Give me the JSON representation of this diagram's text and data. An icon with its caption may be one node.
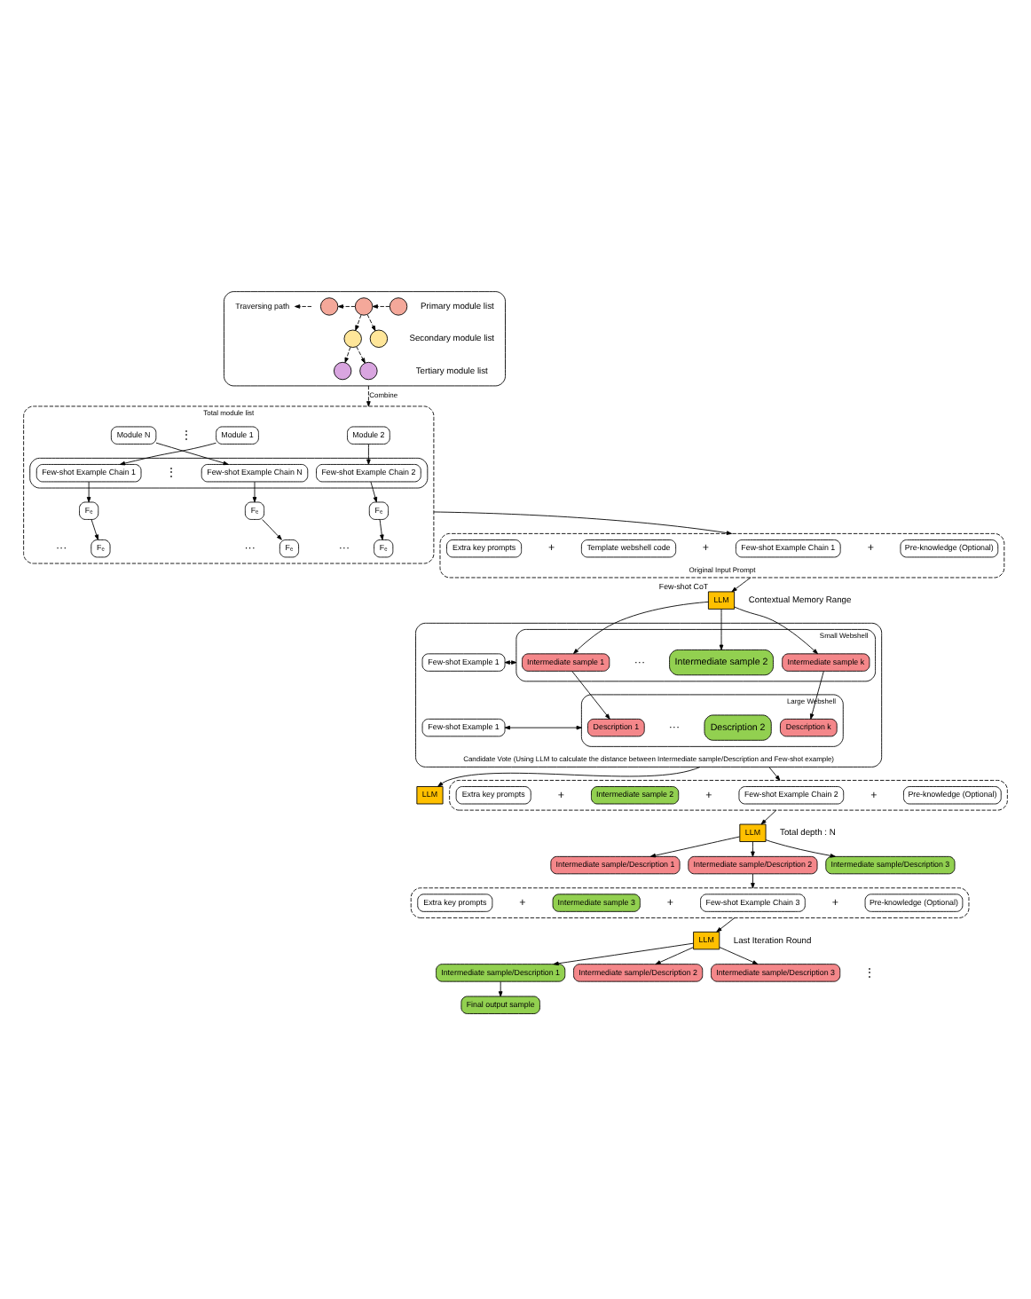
{
  "diagram": {
    "nodes": [
      {
        "text": [],
        "shape": "box"
      },
      {
        "text": [],
        "shape": "circle",
        "in": 0
      },
      {
        "text": [],
        "shape": "circle",
        "in": 0
      },
      {
        "text": [],
        "shape": "circle",
        "in": 0
      },
      {
        "text": [],
        "shape": "circle",
        "in": 0
      },
      {
        "text": [],
        "shape": "circle",
        "in": 0
      },
      {
        "text": [],
        "shape": "circle",
        "in": 0
      },
      {
        "text": [],
        "shape": "circle",
        "in": 0
      },
      {
        "text": [
          "Total module list"
        ]
      },
      {
        "text": [
          "Module 1"
        ],
        "in": 8
      },
      {
        "text": [
          "Module 2"
        ],
        "in": 8
      },
      {
        "text": [
          "Module N"
        ],
        "in": 8
      },
      {
        "text": [],
        "shape": "box",
        "in": 8
      },
      {
        "text": [
          "Few-shot Example Chain 1"
        ],
        "in": 12
      },
      {
        "text": [
          "Few-shot Example Chain 2"
        ],
        "in": 12
      },
      {
        "text": [
          "Few-shot Example Chain N"
        ],
        "in": 12
      },
      {
        "text": [
          "Fₑ"
        ],
        "in": 8
      },
      {
        "text": [
          "Fₑ"
        ],
        "in": 8
      },
      {
        "text": [
          "Fₑ"
        ],
        "in": 8
      },
      {
        "text": [
          "Fₑ"
        ],
        "in": 8
      },
      {
        "text": [
          "Fₑ"
        ],
        "in": 8
      },
      {
        "text": [
          "Fₑ"
        ],
        "in": 8
      },
      {
        "text": [],
        "shape": "box",
        "beside": [
          "Original Input Prompt"
        ]
      },
      {
        "text": [
          "Pre-knowledge (Optional)"
        ],
        "in": 22
      },
      {
        "text": [
          "Few-shot Example Chain 1"
        ],
        "in": 22
      },
      {
        "text": [
          "Template webshell code"
        ],
        "in": 22
      },
      {
        "text": [
          "Extra key prompts"
        ],
        "in": 22
      },
      {
        "text": [
          "LLM"
        ],
        "beside": [
          "Few-shot CoT"
        ]
      },
      {
        "text": [],
        "shape": "box",
        "beside": [
          "Candidate Vote (Using LLM to calculate the distance between Intermediate sample/Description and Few-shot example)"
        ]
      },
      {
        "text": [
          "Few-shot Example 1"
        ],
        "in": 28
      },
      {
        "text": [
          "Few-shot Example 1"
        ],
        "in": 28
      },
      {
        "text": [
          "Small Webshell"
        ],
        "in": 28
      },
      {
        "text": [
          "Intermediate sample 1"
        ],
        "in": 31
      },
      {
        "text": [
          "Intermediate sample 2"
        ],
        "in": 31
      },
      {
        "text": [
          "Intermediate sample k"
        ],
        "in": 31
      },
      {
        "text": [
          "Large Webshell"
        ],
        "in": 28
      },
      {
        "text": [
          "Description 1"
        ],
        "in": 35
      },
      {
        "text": [
          "Description 2"
        ],
        "in": 35
      },
      {
        "text": [
          "Description k"
        ],
        "in": 35
      },
      {
        "text": [
          "LLM"
        ]
      },
      {
        "text": [],
        "shape": "box"
      },
      {
        "text": [
          "Pre-knowledge (Optional)"
        ],
        "in": 40
      },
      {
        "text": [
          "Few-shot Example Chain 2"
        ],
        "in": 40
      },
      {
        "text": [
          "Intermediate sample 2"
        ],
        "in": 40
      },
      {
        "text": [
          "Extra key prompts"
        ],
        "in": 40
      },
      {
        "text": [
          "LLM"
        ]
      },
      {
        "text": [
          "Intermediate sample/Description 1"
        ]
      },
      {
        "text": [
          "Intermediate sample/Description 2"
        ]
      },
      {
        "text": [
          "Intermediate sample/Description 3"
        ]
      },
      {
        "text": [],
        "shape": "box"
      },
      {
        "text": [
          "Pre-knowledge (Optional)"
        ],
        "in": 49
      },
      {
        "text": [
          "Few-shot Example Chain 3"
        ],
        "in": 49
      },
      {
        "text": [
          "Intermediate sample 3"
        ],
        "in": 49
      },
      {
        "text": [
          "Extra key prompts"
        ],
        "in": 49
      },
      {
        "text": [
          "LLM"
        ]
      },
      {
        "text": [
          "Intermediate sample/Description 1"
        ]
      },
      {
        "text": [
          "Intermediate sample/Description 2"
        ]
      },
      {
        "text": [
          "Intermediate sample/Description 3"
        ]
      },
      {
        "text": [
          "Final output sample"
        ]
      }
    ],
    "edges": [
      {
        "from": 1,
        "to": 2,
        "arrow": "to",
        "style": "dashed"
      },
      {
        "from": 2,
        "to": 3,
        "arrow": "to",
        "style": "dashed"
      },
      {
        "from": 2,
        "to": 4,
        "arrow": "to",
        "style": "dashed"
      },
      {
        "from": 2,
        "to": 5,
        "arrow": "to",
        "style": "dashed"
      },
      {
        "from": 5,
        "to": 6,
        "arrow": "to",
        "style": "dashed"
      },
      {
        "from": 5,
        "to": 7,
        "arrow": "to",
        "style": "dashed"
      },
      {
        "from": 0,
        "to": 8,
        "label": "Combine",
        "arrow": "to",
        "style": "dashed"
      },
      {
        "from": 9,
        "to": 13,
        "arrow": "to"
      },
      {
        "from": 13,
        "to": 16,
        "arrow": "to"
      },
      {
        "from": 16,
        "to": 17,
        "arrow": "to"
      },
      {
        "from": 10,
        "to": 14,
        "arrow": "to"
      },
      {
        "from": 14,
        "to": 18,
        "arrow": "to"
      },
      {
        "from": 18,
        "to": 19,
        "arrow": "to"
      },
      {
        "from": 11,
        "to": 15,
        "arrow": "to"
      },
      {
        "from": 15,
        "to": 20,
        "arrow": "to"
      },
      {
        "from": 20,
        "to": 21,
        "arrow": "to"
      },
      {
        "from": 8,
        "to": 22,
        "arrow": "to"
      },
      {
        "from": 22,
        "to": 27,
        "arrow": "to"
      },
      {
        "from": 27,
        "to": 32,
        "arrow": "to"
      },
      {
        "from": 27,
        "to": 33,
        "arrow": "to"
      },
      {
        "from": 27,
        "to": 34,
        "arrow": "to"
      },
      {
        "from": 29,
        "to": 31,
        "arrow": "both"
      },
      {
        "from": 30,
        "to": 35,
        "arrow": "both"
      },
      {
        "from": 32,
        "to": 36,
        "arrow": "to"
      },
      {
        "from": 34,
        "to": 38,
        "arrow": "to"
      },
      {
        "from": 28,
        "to": 39,
        "arrow": "to"
      },
      {
        "from": 28,
        "to": 40,
        "arrow": "to"
      },
      {
        "from": 40,
        "to": 45,
        "arrow": "to"
      },
      {
        "from": 45,
        "to": 46,
        "arrow": "to"
      },
      {
        "from": 45,
        "to": 47,
        "arrow": "to"
      },
      {
        "from": 45,
        "to": 48,
        "arrow": "to"
      },
      {
        "from": 47,
        "to": 49,
        "arrow": "to"
      },
      {
        "from": 49,
        "to": 54,
        "arrow": "to"
      },
      {
        "from": 54,
        "to": 55,
        "arrow": "to"
      },
      {
        "from": 54,
        "to": 56,
        "arrow": "to"
      },
      {
        "from": 54,
        "to": 57,
        "arrow": "to"
      },
      {
        "from": 55,
        "to": 58,
        "arrow": "to"
      }
    ],
    "labels": [
      "Primary module list",
      "Secondary module list",
      "Tertiary module list",
      "···",
      "···",
      "⋮",
      "⋮",
      "···",
      "+",
      "+",
      "+",
      "Contextual Memory Range",
      "···",
      "···",
      "+",
      "+",
      "+",
      "Total depth : N",
      "Last Iteration Round",
      "+",
      "+",
      "+",
      "⋮"
    ],
    "legend": [
      {
        "text": "Traversing path"
      }
    ]
  }
}
